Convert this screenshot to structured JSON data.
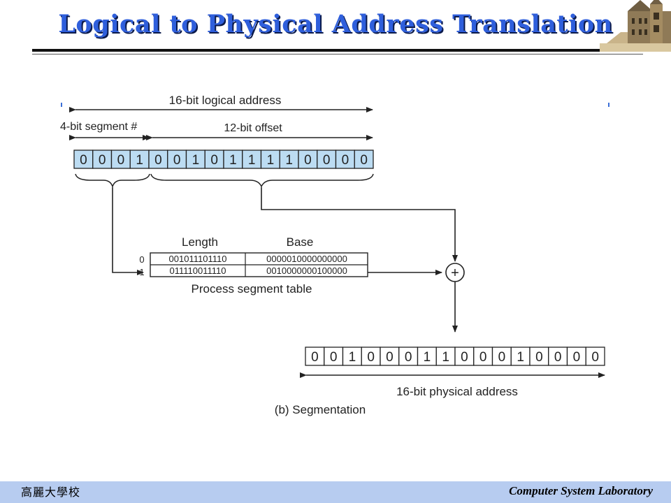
{
  "title": "Logical to Physical Address Translation",
  "diagram": {
    "logical_label": "16-bit logical address",
    "segment_label": "4-bit segment #",
    "offset_label": "12-bit offset",
    "logical_bits": [
      "0",
      "0",
      "0",
      "1",
      "0",
      "0",
      "1",
      "0",
      "1",
      "1",
      "1",
      "1",
      "0",
      "0",
      "0",
      "0"
    ],
    "table": {
      "col_length": "Length",
      "col_base": "Base",
      "rows": [
        {
          "index": "0",
          "length": "001011101110",
          "base": "0000010000000000"
        },
        {
          "index": "1",
          "length": "011110011110",
          "base": "0010000000100000"
        }
      ],
      "caption": "Process segment table"
    },
    "adder_symbol": "+",
    "physical_bits": [
      "0",
      "0",
      "1",
      "0",
      "0",
      "0",
      "1",
      "1",
      "0",
      "0",
      "0",
      "1",
      "0",
      "0",
      "0",
      "0"
    ],
    "physical_label": "16-bit physical address",
    "caption": "(b) Segmentation",
    "colors": {
      "logical_cell_fill": "#bcdcf2",
      "physical_cell_fill": "#ffffff",
      "line": "#222222"
    }
  },
  "footer": {
    "left_text": "高麗大學校",
    "right_text": "Computer System Laboratory"
  },
  "icons": {
    "logo": "university-building-icon"
  }
}
